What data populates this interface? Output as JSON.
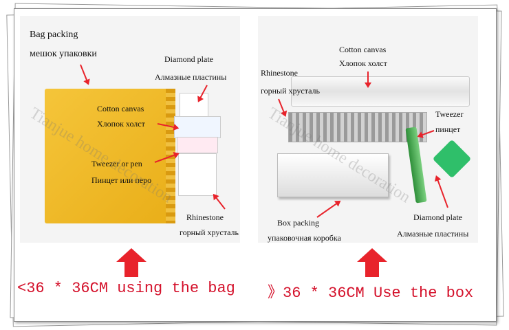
{
  "left_panel": {
    "bag_packing": "Bag packing",
    "bag_packing_ru": "мешок упаковки",
    "diamond_plate": "Diamond plate",
    "diamond_plate_ru": "Алмазные пластины",
    "cotton_canvas": "Cotton canvas",
    "cotton_canvas_ru": "Хлопок холст",
    "tweezer": "Tweezer or pen",
    "tweezer_ru": "Пинцет или перо",
    "rhinestone": "Rhinestone",
    "rhinestone_ru": "горный хрусталь"
  },
  "right_panel": {
    "cotton_canvas": "Cotton canvas",
    "cotton_canvas_ru": "Хлопок холст",
    "rhinestone": "Rhinestone",
    "rhinestone_ru": "горный хрусталь",
    "tweezer": "Tweezer",
    "tweezer_ru": "пинцет",
    "box_packing": "Box packing",
    "box_packing_ru": "упаковочная коробка",
    "diamond_plate": "Diamond plate",
    "diamond_plate_ru": "Алмазные пластины"
  },
  "watermark": "Tianjue home decoration",
  "captions": {
    "left": "<36 * 36CM using the bag",
    "right": "》36 * 36CM Use the box"
  },
  "colors": {
    "accent_red": "#e8232b",
    "caption_red": "#d4102a",
    "bag_yellow": "#f5c53a"
  }
}
